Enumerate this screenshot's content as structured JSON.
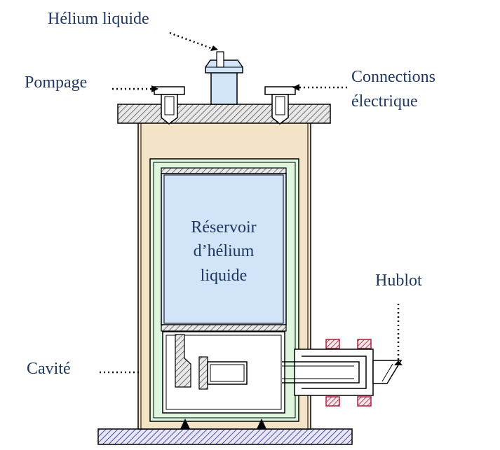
{
  "labels": {
    "helium_liquide": "Hélium liquide",
    "pompage": "Pompage",
    "connections_line1": "Connections",
    "connections_line2": "électrique",
    "reservoir_line1": "Réservoir",
    "reservoir_line2": "d’hélium",
    "reservoir_line3": "liquide",
    "hublot": "Hublot",
    "cavite": "Cavité"
  },
  "colors": {
    "text": "#1f3864",
    "outer_body": "#f3e3c7",
    "green_shield": "#ddf6dd",
    "reservoir": "#d2e5f8",
    "flange_hatch": "#555555",
    "base_hatch": "#2a2a9a",
    "window_flange": "#b01e3c"
  }
}
